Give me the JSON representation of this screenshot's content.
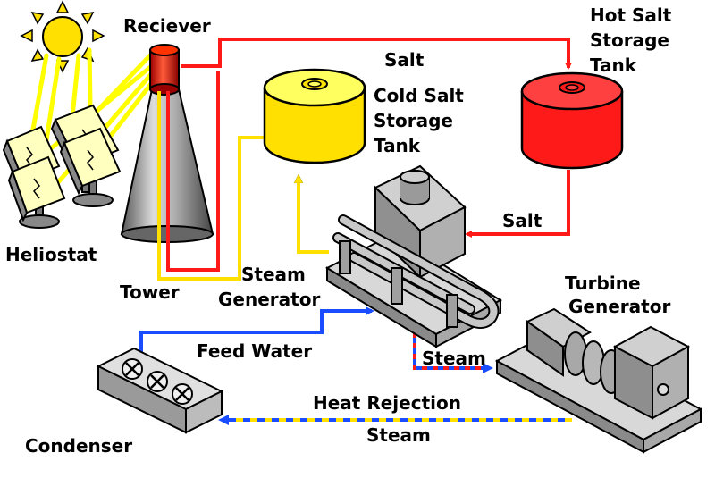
{
  "labels": {
    "receiver": "Reciever",
    "salt_top": "Salt",
    "hot_tank": [
      "Hot Salt",
      "Storage",
      "Tank"
    ],
    "cold_tank": [
      "Cold Salt",
      "Storage",
      "Tank"
    ],
    "salt_right": "Salt",
    "heliostat": "Heliostat",
    "tower": "Tower",
    "steam_generator": [
      "Steam",
      "Generator"
    ],
    "turbine_generator": [
      "Turbine",
      "Generator"
    ],
    "feed_water": "Feed Water",
    "steam": "Steam",
    "heat_rejection": "Heat Rejection",
    "heat_rejection_steam": "Steam",
    "condenser": "Condenser"
  },
  "colors": {
    "hot_salt": "#ff1a1a",
    "cold_salt": "#ffe000",
    "water": "#1a4dff",
    "sun": "#ffe000",
    "equipment": "#c8c8c8",
    "outline": "#000000"
  },
  "icons": [
    "sun-icon",
    "heliostat-icon",
    "tower-icon",
    "receiver-icon",
    "tank-icon",
    "steam-generator-icon",
    "turbine-generator-icon",
    "condenser-icon"
  ]
}
